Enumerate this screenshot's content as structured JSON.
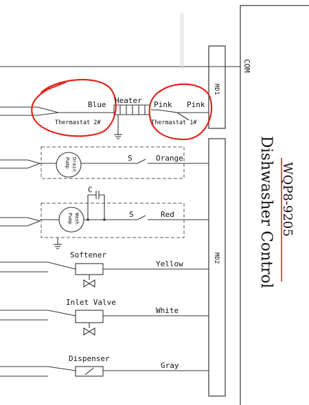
{
  "panel": {
    "title": "Dishwasher Control",
    "model": "WQP8-9205",
    "com_label": "COM",
    "md1_label": "MD1",
    "md2_label": "MD2"
  },
  "heater_row": {
    "heater_label": "Heater",
    "left_wire": "Blue",
    "right_wire": "Pink",
    "right_wire2": "Pink",
    "thermostat2": "Thermastat 2#",
    "thermostat1": "Thermastat 1#"
  },
  "drain": {
    "pump_label_1": "Drain",
    "pump_label_2": "Pump",
    "switch": "S",
    "wire": "Orange"
  },
  "wash": {
    "pump_label_1": "Wash",
    "pump_label_2": "Pump",
    "switch": "S",
    "capacitor": "C",
    "wire": "Red"
  },
  "softener": {
    "label": "Softener",
    "wire": "Yellow"
  },
  "inlet": {
    "label": "Inlet Valve",
    "wire": "White"
  },
  "dispenser": {
    "label": "Dispenser",
    "wire": "Gray"
  },
  "colors": {
    "annotation_red": "#e0261c",
    "wire": "#333333"
  }
}
